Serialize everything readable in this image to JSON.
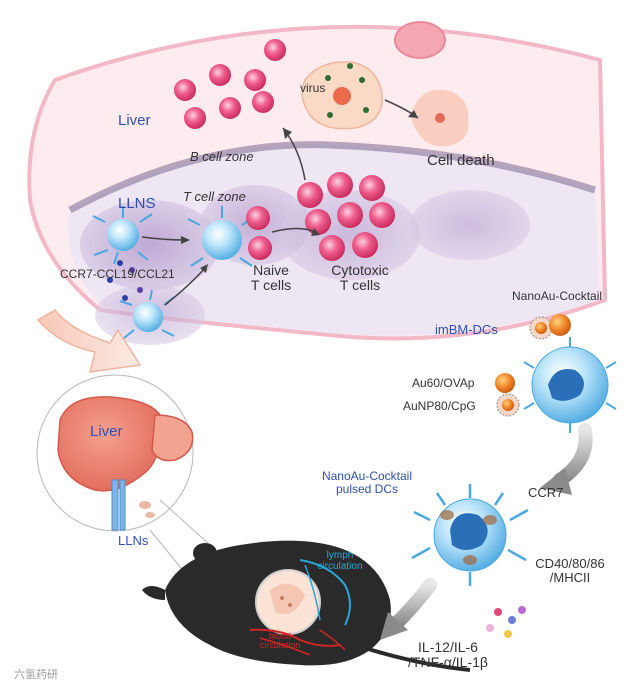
{
  "labels": {
    "liver_top": "Liver",
    "b_cell_zone": "B cell zone",
    "t_cell_zone": "T cell zone",
    "llns_top": "LLNS",
    "ccr7": "CCR7-CCL19/CCL21",
    "naive": [
      "Naive",
      "T cells"
    ],
    "cytotoxic": [
      "Cytotoxic",
      "T cells"
    ],
    "virus": "virus",
    "cell_death": "Cell death",
    "nanoau_cocktail": "NanoAu-Cocktail",
    "imbm_dcs": "imBM-DCs",
    "au60": "Au60/OVAp",
    "aunp80": "AuNP80/CpG",
    "pulsed": [
      "NanoAu-Cocktail",
      "pulsed DCs"
    ],
    "ccr7_short": "CCR7",
    "cd40": [
      "CD40/80/86",
      "/MHCII"
    ],
    "liver_organ": "Liver",
    "llns_bottom": "LLNs",
    "lymph": [
      "lymph",
      "circulation"
    ],
    "blood": [
      "blood",
      "circulation"
    ],
    "cytokines": [
      "IL-12/IL-6",
      "/TNF-α/IL-1β"
    ],
    "watermark": "六氢药研"
  },
  "colors": {
    "label_blue": "#2f4fb0",
    "label_dark": "#333333",
    "cell_pink": "#e8457a",
    "dc_blue": "#5db3e8",
    "gold_orange": "#ee7d22",
    "liver_red": "#e87062",
    "lymph_blue": "#29a6d8",
    "blood_red": "#d32525",
    "mouse_black": "#2a2a2a",
    "node_purple": "#a78ac5"
  }
}
